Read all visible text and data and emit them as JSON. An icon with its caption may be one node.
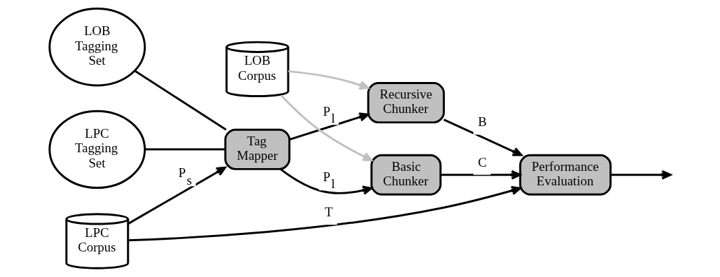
{
  "diagram": {
    "nodes": [
      {
        "text": [
          "LOB Tagging Set"
        ]
      },
      {
        "text": [
          "LPC Tagging Set"
        ]
      },
      {
        "text": [
          "Tag Mapper"
        ]
      },
      {
        "text": [
          "Basic Chunker"
        ]
      },
      {
        "text": [
          "Recursive Chunker"
        ]
      },
      {
        "text": [
          "LOB Corpus"
        ]
      },
      {
        "text": [
          "LPC Corpus"
        ]
      },
      {
        "text": [
          "Performance Evaluation"
        ]
      }
    ],
    "edges": [
      {
        "from": 0,
        "to": 2,
        "arrow": "none"
      },
      {
        "from": 1,
        "to": 2,
        "arrow": "none"
      },
      {
        "from": 6,
        "to": 2,
        "arrow": "to",
        "label": "P$_{s}$"
      },
      {
        "from": 2,
        "to": 3,
        "arrow": "to",
        "label": "P$_{l}$"
      },
      {
        "from": 2,
        "to": 4,
        "arrow": "to",
        "label": "P$_{l}$"
      },
      {
        "from": 5,
        "to": 3,
        "arrow": "to",
        "color": "#c0c0c0"
      },
      {
        "from": 5,
        "to": 4,
        "arrow": "to",
        "color": "#c0c0c0"
      },
      {
        "from": 3,
        "to": 7,
        "arrow": "to",
        "label": "C"
      },
      {
        "from": 4,
        "to": 7,
        "arrow": "to",
        "label": "B"
      },
      {
        "from": 6,
        "to": 7,
        "arrow": "to",
        "label": "T"
      },
      {
        "from": 7,
        "to": null,
        "arrow": "to"
      }
    ]
  }
}
